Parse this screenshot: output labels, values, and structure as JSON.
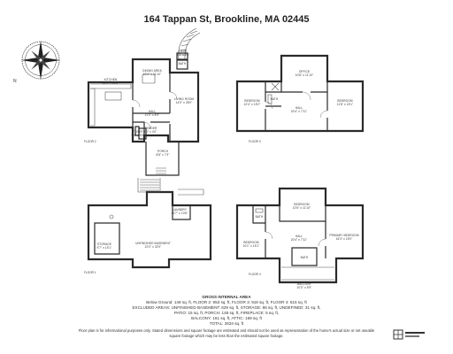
{
  "title": "164 Tappan St, Brookline, MA 02445",
  "compass": {
    "north_letter": "N"
  },
  "floors": [
    {
      "label": "FLOOR 2",
      "rooms": [
        {
          "name": "KITCHEN",
          "dims": "14'0\" x 14'4\""
        },
        {
          "name": "DINING AREA",
          "dims": "10'4\" x 11'10\""
        },
        {
          "name": "LIVING ROOM",
          "dims": "14'0\" x 28'0\""
        },
        {
          "name": "HALL",
          "dims": "11'0\" x 8'9\""
        },
        {
          "name": "POWDER",
          "dims": "4'0\" x 4'0\""
        },
        {
          "name": "FOYER",
          "dims": "5'4\" x 5'2\""
        },
        {
          "name": "BATH",
          "dims": ""
        },
        {
          "name": "DECK",
          "dims": "8'8\" x 5'9\""
        },
        {
          "name": "PORCH",
          "dims": "8'8\" x 7'3\""
        }
      ]
    },
    {
      "label": "FLOOR 3",
      "rooms": [
        {
          "name": "BEDROOM",
          "dims": "10'4\" x 15'2\""
        },
        {
          "name": "OFFICE",
          "dims": "10'8\" x 11'10\""
        },
        {
          "name": "BATH",
          "dims": ""
        },
        {
          "name": "HALL",
          "dims": "20'4\" x 7'11\""
        },
        {
          "name": "BEDROOM",
          "dims": "11'8\" x 15'1\""
        }
      ]
    },
    {
      "label": "FLOOR 1",
      "rooms": [
        {
          "name": "LAUNDRY",
          "dims": "10'7\" x 10'8\""
        },
        {
          "name": "STORAGE",
          "dims": "9'7\" x 15'1\""
        },
        {
          "name": "UNFINISHED BASEMENT",
          "dims": "22'0\" x 32'9\""
        }
      ]
    },
    {
      "label": "FLOOR 4",
      "rooms": [
        {
          "name": "BEDROOM",
          "dims": "10'5\" x 11'10\""
        },
        {
          "name": "BATH",
          "dims": ""
        },
        {
          "name": "BEDROOM",
          "dims": "10'1\" x 15'1\""
        },
        {
          "name": "HALL",
          "dims": "20'4\" x 7'11\""
        },
        {
          "name": "PRIMARY BEDROOM",
          "dims": "16'3\" x 15'0\""
        },
        {
          "name": "BATH",
          "dims": ""
        },
        {
          "name": "BALCONY",
          "dims": "10'0\" x 5'9\""
        }
      ]
    }
  ],
  "area_summary": {
    "heading": "GROSS INTERNAL AREA",
    "lines": [
      "Below Ground: 148 sq. ft, FLOOR 2: 953 sq. ft, FLOOR 3: 918 sq. ft, FLOOR 4: 615 sq. ft",
      "EXCLUDED AREAS: UNFINISHED BASEMENT: 629 sq. ft, STORAGE: 86 sq. ft, UNDEFINED: 31 sq. ft,",
      "PATIO: 15 sq. ft, PORCH: 148 sq. ft, FIREPLACE: 5 sq. ft,",
      "BALCONY: 161 sq. ft, ATTIC: 159 sq. ft",
      "TOTAL: 2634 sq. ft"
    ]
  },
  "disclaimer": [
    "Floor plan is for informational purposes only. Stated dimensions and square footage are estimated and should not be used as representation of the home's actual size or net useable",
    "square footage which may be less than the estimated square footage."
  ],
  "logo": {
    "icon": "floorplan-logo-icon"
  }
}
